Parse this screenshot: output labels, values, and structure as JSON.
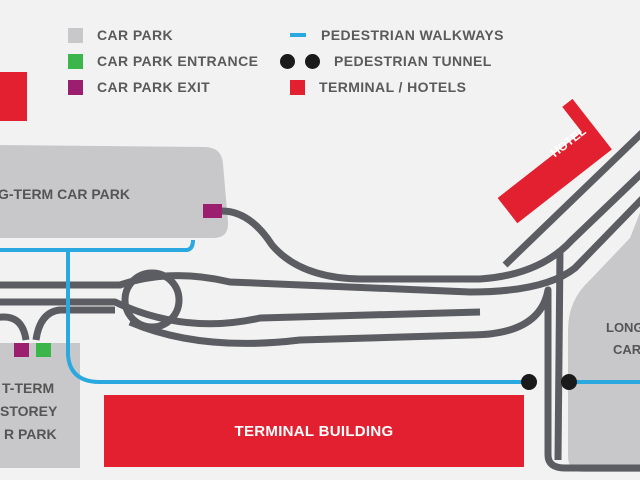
{
  "legend": {
    "car_park": "CAR PARK",
    "car_park_entrance": "CAR PARK ENTRANCE",
    "car_park_exit": "CAR PARK EXIT",
    "pedestrian_walkways": "PEDESTRIAN WALKWAYS",
    "pedestrian_tunnel": "PEDESTRIAN TUNNEL",
    "terminal_hotels": "TERMINAL / HOTELS"
  },
  "labels": {
    "long_term_car_park_left": "G-TERM CAR PARK",
    "short_term_line1": "T-TERM",
    "short_term_line2": "STOREY",
    "short_term_line3": "R PARK",
    "long_term_right_line1": "LONG",
    "long_term_right_line2": "CAR",
    "terminal_building": "TERMINAL BUILDING",
    "hotel": "HOTEL"
  },
  "colors": {
    "background": "#f2f2f2",
    "car_park": "#c8c8ca",
    "entrance": "#3cb54a",
    "exit": "#9b1f6e",
    "walkway": "#29a9e0",
    "tunnel": "#1a1a1a",
    "terminal": "#e3202f",
    "road": "#5b5d62",
    "text": "#5a5a5a"
  }
}
